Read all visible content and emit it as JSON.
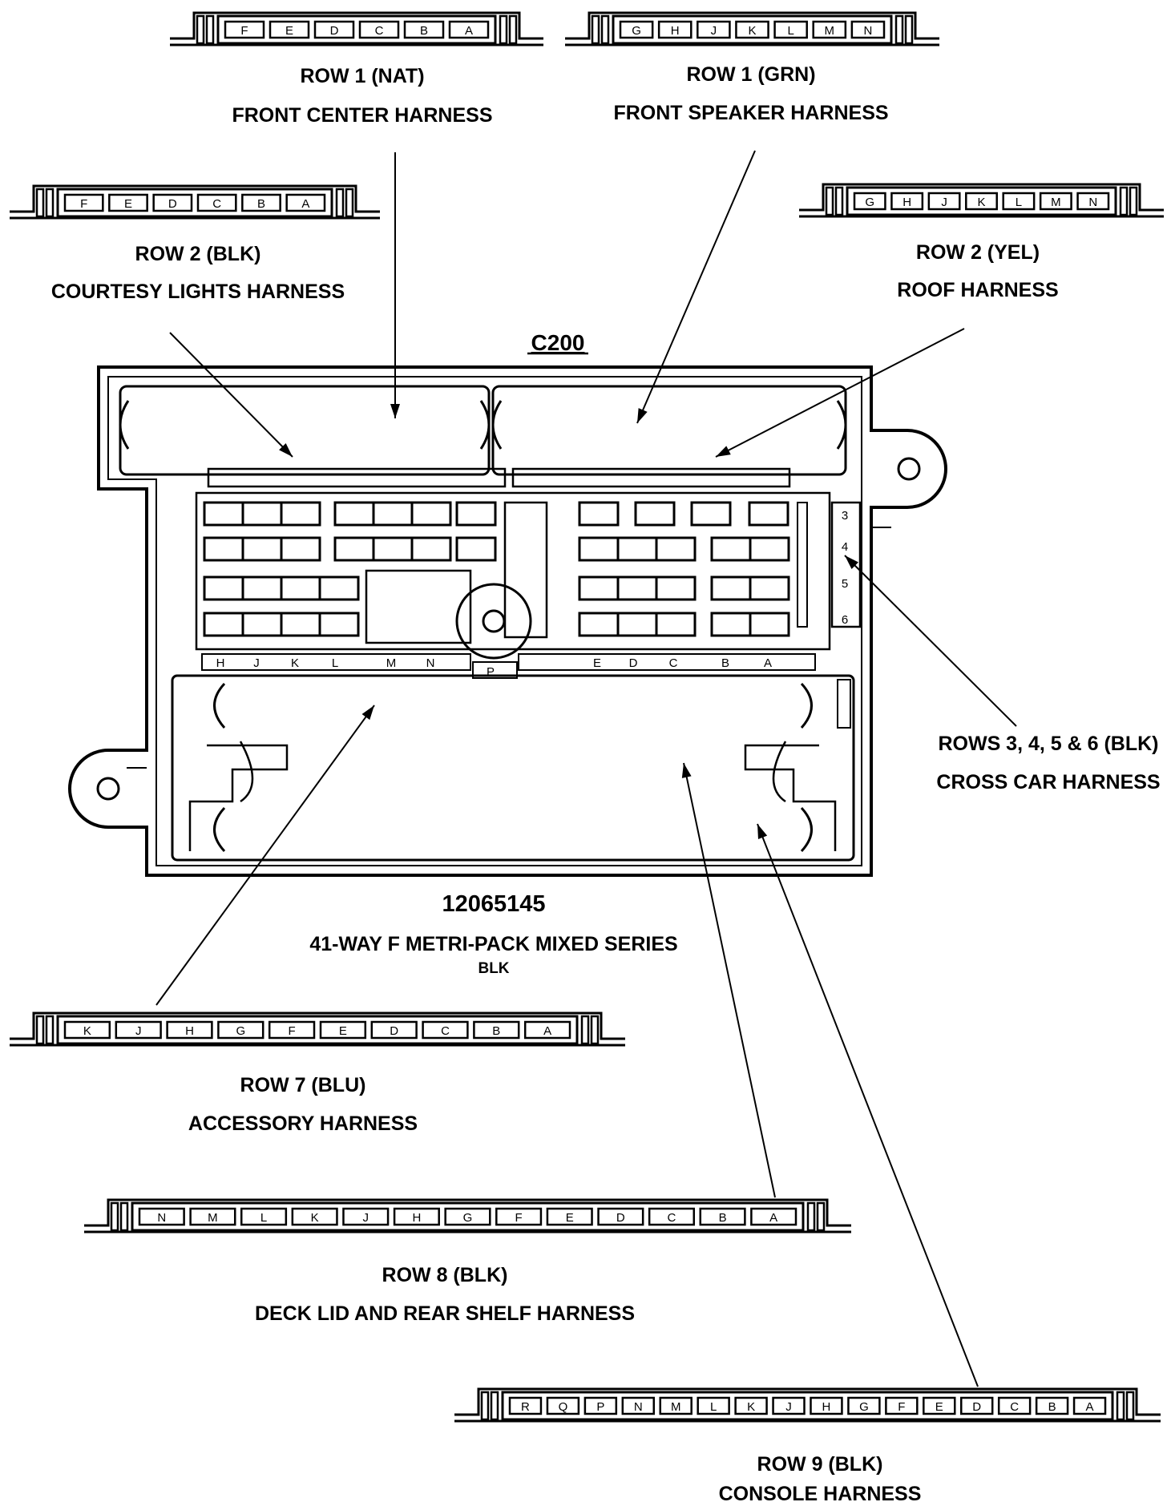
{
  "connectors": [
    {
      "name": "row1-nat",
      "pins": [
        "F",
        "E",
        "D",
        "C",
        "B",
        "A"
      ],
      "row_label": "ROW 1 (NAT)",
      "harness": "FRONT CENTER HARNESS"
    },
    {
      "name": "row1-grn",
      "pins": [
        "G",
        "H",
        "J",
        "K",
        "L",
        "M",
        "N"
      ],
      "row_label": "ROW 1 (GRN)",
      "harness": "FRONT SPEAKER HARNESS"
    },
    {
      "name": "row2-blk",
      "pins": [
        "F",
        "E",
        "D",
        "C",
        "B",
        "A"
      ],
      "row_label": "ROW 2 (BLK)",
      "harness": "COURTESY LIGHTS HARNESS"
    },
    {
      "name": "row2-yel",
      "pins": [
        "G",
        "H",
        "J",
        "K",
        "L",
        "M",
        "N"
      ],
      "row_label": "ROW 2 (YEL)",
      "harness": "ROOF HARNESS"
    },
    {
      "name": "row7-blu",
      "pins": [
        "K",
        "J",
        "H",
        "G",
        "F",
        "E",
        "D",
        "C",
        "B",
        "A"
      ],
      "row_label": "ROW 7 (BLU)",
      "harness": "ACCESSORY HARNESS"
    },
    {
      "name": "row8-blk",
      "pins": [
        "N",
        "M",
        "L",
        "K",
        "J",
        "H",
        "G",
        "F",
        "E",
        "D",
        "C",
        "B",
        "A"
      ],
      "row_label": "ROW 8 (BLK)",
      "harness": "DECK LID AND REAR SHELF HARNESS"
    },
    {
      "name": "row9-blk",
      "pins": [
        "R",
        "Q",
        "P",
        "N",
        "M",
        "L",
        "K",
        "J",
        "H",
        "G",
        "F",
        "E",
        "D",
        "C",
        "B",
        "A"
      ],
      "row_label": "ROW 9 (BLK)",
      "harness": "CONSOLE HARNESS"
    }
  ],
  "main": {
    "title": "C200",
    "rows_label": "ROWS 3, 4, 5 & 6 (BLK)",
    "rows_harness": "CROSS CAR HARNESS",
    "part_number": "12065145",
    "description": "41-WAY F METRI-PACK MIXED SERIES",
    "color": "BLK",
    "bottom_left_pins": [
      "H",
      "J",
      "K",
      "L",
      "M",
      "N"
    ],
    "center_pin": "P",
    "bottom_right_pins": [
      "E",
      "D",
      "C",
      "B",
      "A"
    ],
    "side_pins": [
      "3",
      "4",
      "5",
      "6"
    ]
  }
}
